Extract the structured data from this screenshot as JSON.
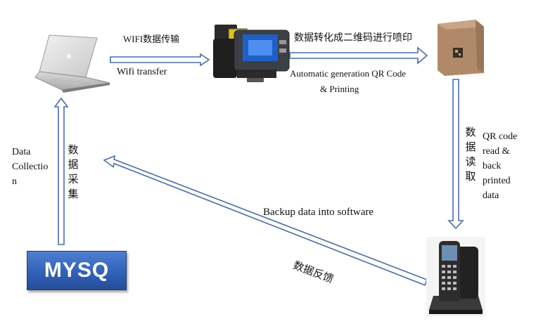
{
  "labels": {
    "wifi_cn": "WIFI数据传输",
    "wifi_en": "Wifi transfer",
    "qr_cn": "数据转化成二维码进行喷印",
    "qr_en_line1": "Automatic generation QR Code",
    "qr_en_line2": "& Printing",
    "read_cn": "数据读取",
    "read_en_line1": "QR code",
    "read_en_line2": "read &",
    "read_en_line3": "back",
    "read_en_line4": "printed",
    "read_en_line5": "data",
    "backup_en": "Backup data into software",
    "feedback_cn": "数据反馈",
    "collect_en_line1": "Data",
    "collect_en_line2": "Collectio",
    "collect_en_line3": "n",
    "collect_cn": "数据采集"
  },
  "nodes": {
    "mysql_label": "MYSQ"
  },
  "colors": {
    "arrow_fill": "#ffffff",
    "arrow_stroke": "#4a6ea8",
    "mysql_bg": "#2f5fb5"
  }
}
